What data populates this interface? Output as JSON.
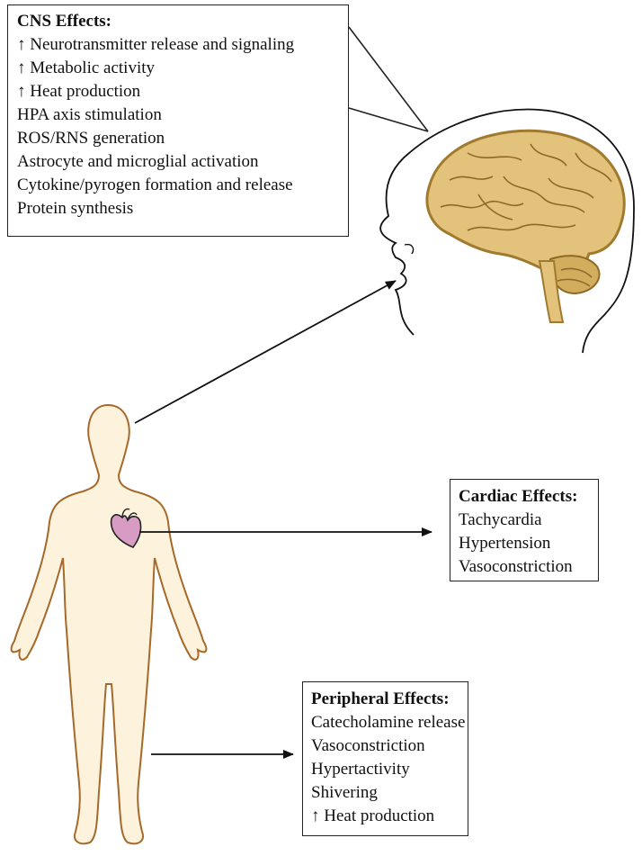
{
  "cns": {
    "title": "CNS Effects:",
    "items": [
      "↑ Neurotransmitter release and signaling",
      "↑ Metabolic activity",
      "↑ Heat production",
      "HPA axis stimulation",
      "ROS/RNS generation",
      "Astrocyte and microglial activation",
      "Cytokine/pyrogen formation and release",
      "Protein synthesis"
    ]
  },
  "cardiac": {
    "title": "Cardiac Effects:",
    "items": [
      "Tachycardia",
      "Hypertension",
      "Vasoconstriction"
    ]
  },
  "peripheral": {
    "title": "Peripheral Effects:",
    "items": [
      "Catecholamine release",
      "Vasoconstriction",
      "Hypertactivity",
      "Shivering",
      "↑ Heat production"
    ]
  },
  "colors": {
    "body_fill": "#fdf3dd",
    "body_outline": "#a5692a",
    "brain_fill": "#e3c27b",
    "brain_outline": "#a07a2e",
    "heart_fill": "#d79bc4"
  }
}
